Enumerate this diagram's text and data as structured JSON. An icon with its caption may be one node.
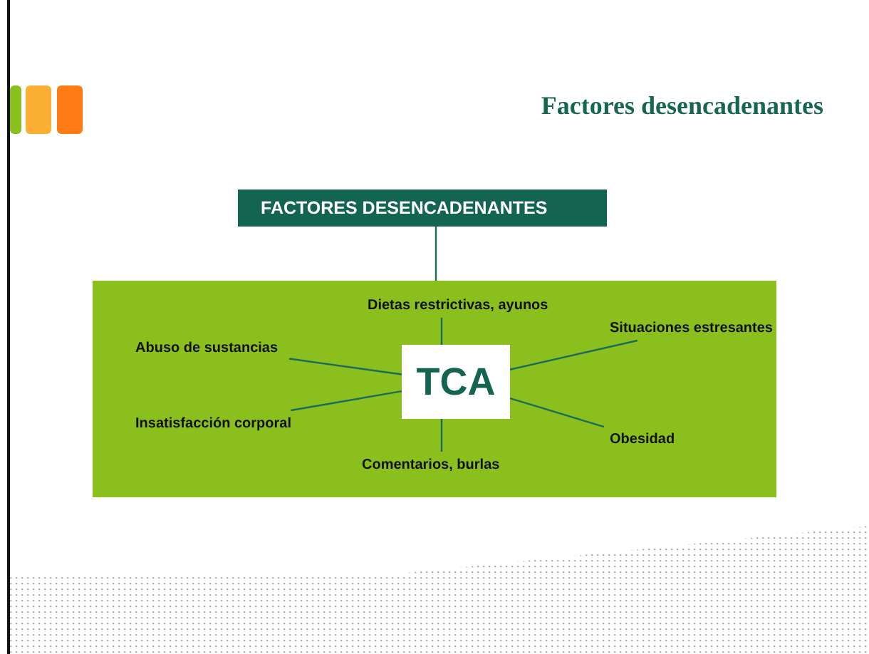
{
  "diagram": {
    "title": "Factores desencadenantes",
    "nodes": [
      {
        "text": [
          "FACTORES DESENCADENANTES"
        ]
      },
      {
        "text": [],
        "shape": "box"
      },
      {
        "text": [
          "TCA"
        ],
        "in": 1
      },
      {
        "text": [
          "Dietas restrictivas, ayunos"
        ],
        "in": 1
      },
      {
        "text": [
          "Abuso de sustancias"
        ],
        "in": 1
      },
      {
        "text": [
          "Situaciones estresantes"
        ],
        "in": 1
      },
      {
        "text": [
          "Insatisfacción corporal"
        ],
        "in": 1
      },
      {
        "text": [
          "Obesidad"
        ],
        "in": 1
      },
      {
        "text": [
          "Comentarios, burlas"
        ],
        "in": 1
      }
    ],
    "edges": [
      {
        "from": 0,
        "to": 1,
        "arrow": "none"
      },
      {
        "from": 2,
        "to": 3,
        "arrow": "none"
      },
      {
        "from": 2,
        "to": 4,
        "arrow": "none"
      },
      {
        "from": 2,
        "to": 5,
        "arrow": "none"
      },
      {
        "from": 2,
        "to": 6,
        "arrow": "none"
      },
      {
        "from": 2,
        "to": 7,
        "arrow": "none"
      },
      {
        "from": 2,
        "to": 8,
        "arrow": "none"
      }
    ]
  }
}
